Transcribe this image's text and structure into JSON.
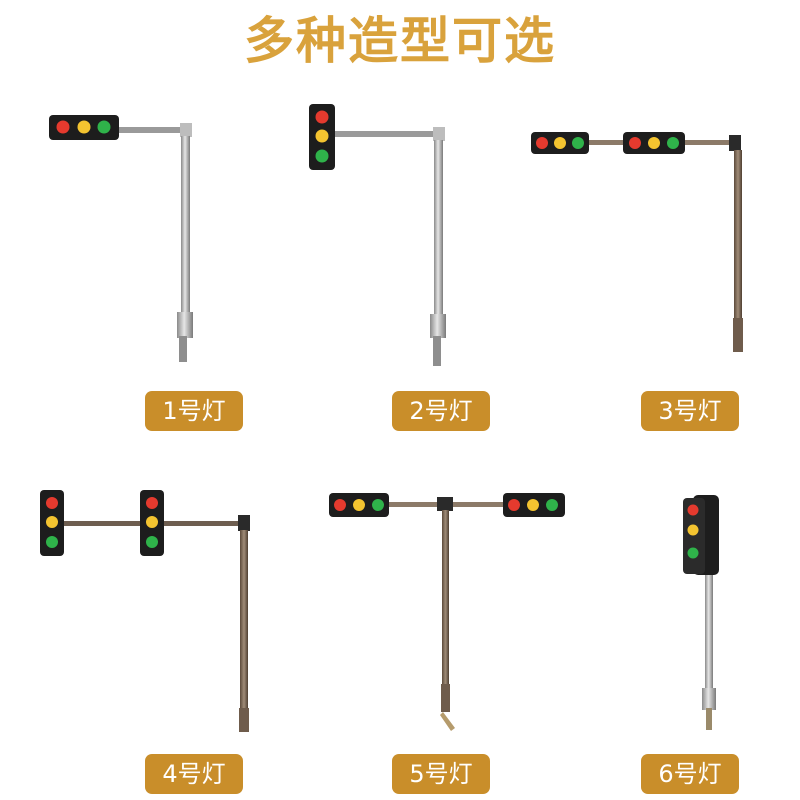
{
  "title": "多种造型可选",
  "variants": [
    {
      "label": "1号灯"
    },
    {
      "label": "2号灯"
    },
    {
      "label": "3号灯"
    },
    {
      "label": "4号灯"
    },
    {
      "label": "5号灯"
    },
    {
      "label": "6号灯"
    }
  ],
  "colors": {
    "title": "#d9a23c",
    "badge": "#c98e2a",
    "housing": "#1d1d1d",
    "red_lamp": "#e53a2e",
    "yellow_lamp": "#f4c430",
    "green_lamp": "#2fb34a"
  }
}
